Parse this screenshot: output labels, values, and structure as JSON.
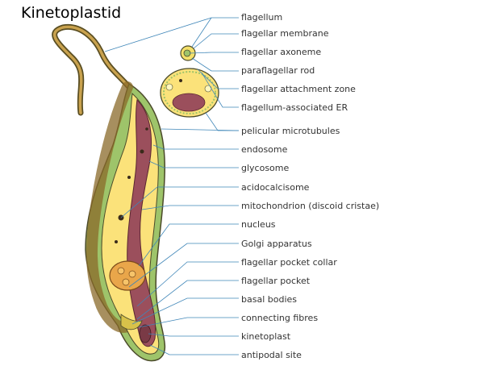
{
  "title": "Kinetoplastid",
  "labels": [
    "flagellum",
    "flagellar membrane",
    "flagellar axoneme",
    "paraflagellar rod",
    "flagellar attachment zone",
    "flagellum-associated ER",
    "pelicular microtubules",
    "endosome",
    "glycosome",
    "acidocalcisome",
    "mitochondrion (discoid cristae)",
    "nucleus",
    "Golgi apparatus",
    "flagellar pocket collar",
    "flagellar pocket",
    "basal bodies",
    "connecting fibres",
    "kinetoplast",
    "antipodal site"
  ],
  "colors": {
    "outline": "#4a4a2a",
    "membrane": "#9ec46a",
    "cytoplasm": "#fbe27a",
    "flagellum_fill": "#b8893e",
    "mitochondrion": "#9b4f5c",
    "nucleus": "#e9a64a",
    "leader_line": "#3f86b8"
  }
}
